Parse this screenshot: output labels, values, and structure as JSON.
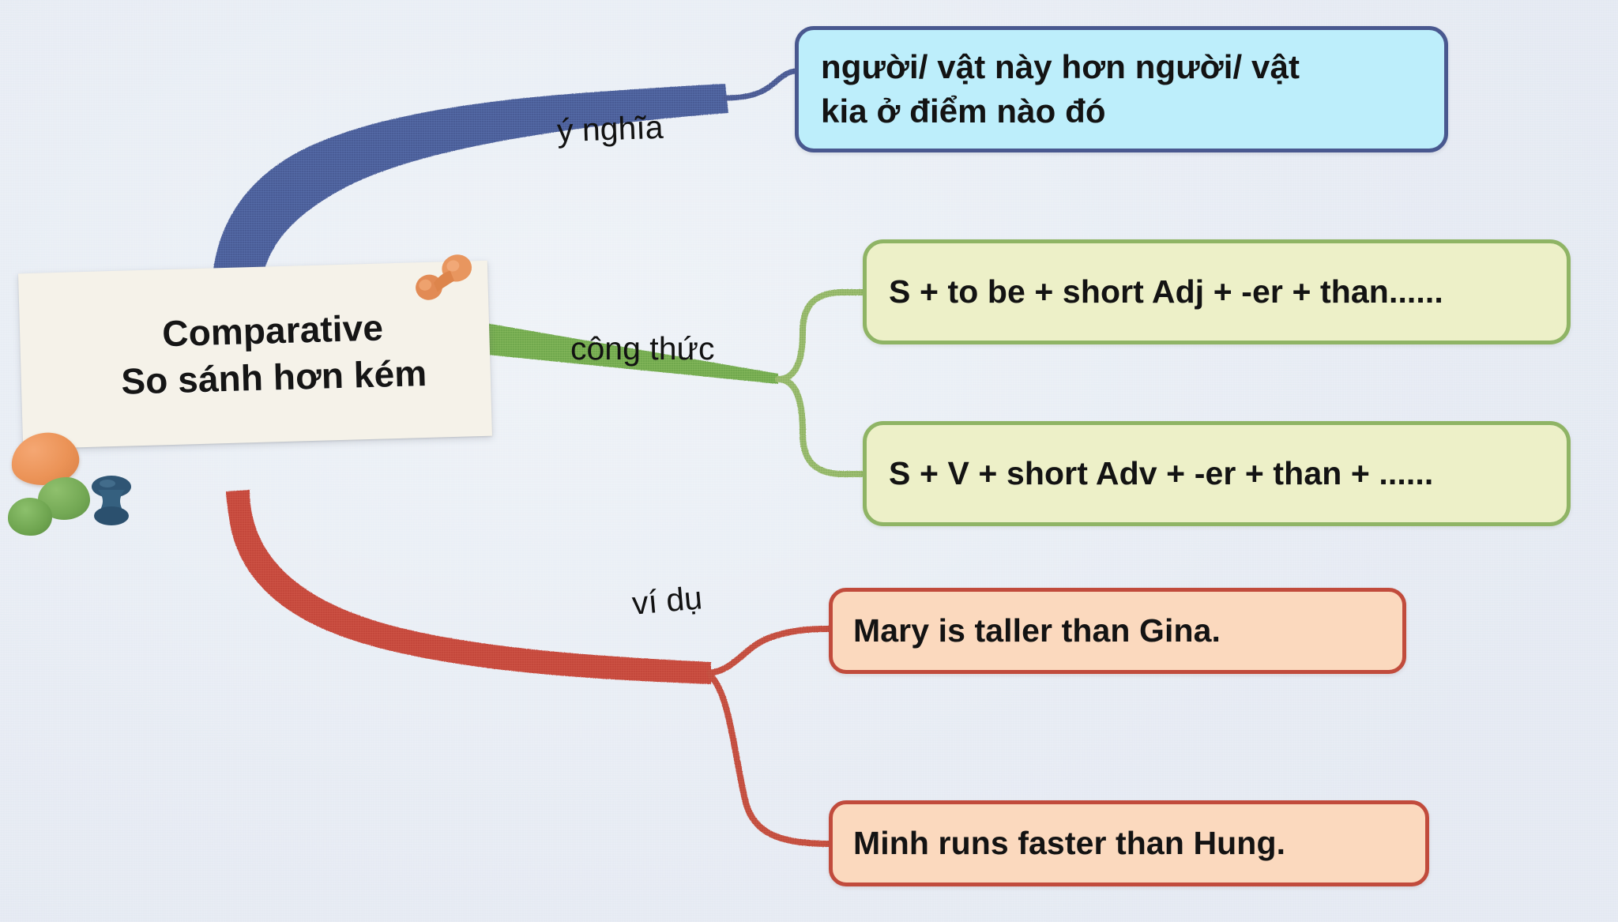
{
  "mindmap": {
    "title": "Comparative So sánh hơn kém",
    "center": {
      "line1": "Comparative",
      "line2": "So sánh hơn kém"
    },
    "branches": [
      {
        "id": "meaning",
        "label": "ý nghĩa",
        "color": "#49588f",
        "fill": "#bdeefb",
        "nodes": [
          {
            "line1": "người/ vật này hơn người/ vật",
            "line2": "kia ở điểm nào đó"
          }
        ]
      },
      {
        "id": "formula",
        "label": "công thức",
        "color": "#8fb465",
        "fill": "#edf0c8",
        "nodes": [
          {
            "text": "S + to be + short Adj + -er + than......"
          },
          {
            "text": "S + V + short Adv + -er + than + ......"
          }
        ]
      },
      {
        "id": "example",
        "label": "ví dụ",
        "color": "#c14b3c",
        "fill": "#fbd9be",
        "nodes": [
          {
            "text": "Mary is taller than Gina."
          },
          {
            "text": "Minh runs faster than Hung."
          }
        ]
      }
    ],
    "decorations": [
      {
        "name": "orange-pushpin",
        "color": "#e08a52"
      },
      {
        "name": "orange-clay-blob",
        "color": "#eb9357"
      },
      {
        "name": "green-clay-blob",
        "color": "#73a854"
      },
      {
        "name": "blue-pushpin",
        "color": "#2f5574"
      }
    ],
    "background_color": "#e8edf4"
  }
}
